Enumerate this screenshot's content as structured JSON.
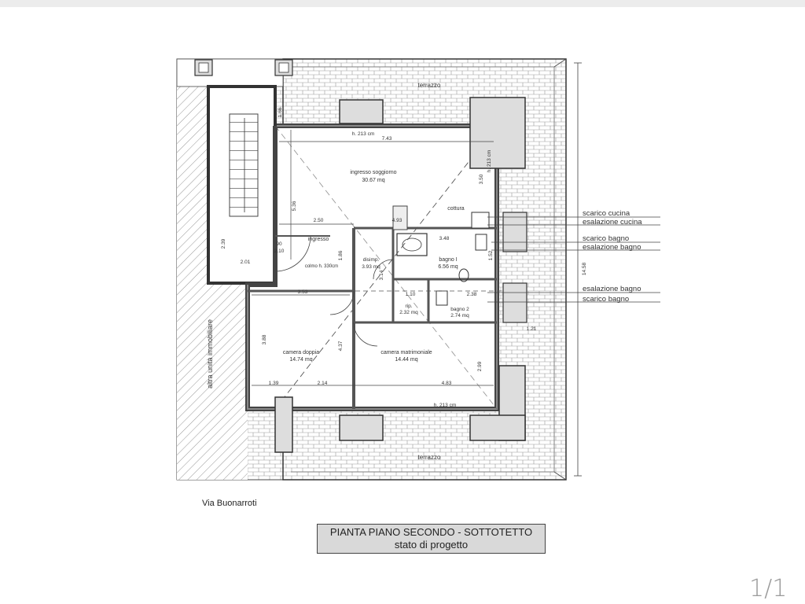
{
  "plan": {
    "rooms": [
      {
        "id": "soggiorno",
        "name": "ingresso soggiorno",
        "area": "30.67 mq"
      },
      {
        "id": "ingresso",
        "name": "ingresso",
        "area": ""
      },
      {
        "id": "disimp",
        "name": "disimp.",
        "area": "3.93 mq"
      },
      {
        "id": "bagno1",
        "name": "bagno I",
        "area": "6.56 mq"
      },
      {
        "id": "rip",
        "name": "rip.",
        "area": "2.32 mq"
      },
      {
        "id": "bagno2",
        "name": "bagno 2",
        "area": "2.74 mq"
      },
      {
        "id": "camera_doppia",
        "name": "camera doppia",
        "area": "14.74 mq"
      },
      {
        "id": "camera_matrimoniale",
        "name": "camera matrimoniale",
        "area": "14.44 mq"
      }
    ],
    "terrace_top": "terrazzo",
    "terrace_bottom": "terrazzo",
    "neighbor_label": "altra unità immobiliare",
    "cottura": "cottura",
    "heights": {
      "top": "h. 213 cm",
      "right": "h. 213 cm",
      "bottom": "h. 213 cm",
      "ingresso": "colmo h. 330cm"
    },
    "dimensions": {
      "d743": "7.43",
      "d536": "5.36",
      "d250": "2.50",
      "d493": "4.93",
      "d348": "3.48",
      "d186": "1.86",
      "d314": "3.14",
      "d353": "3.53",
      "d388": "3.88",
      "d437": "4.37",
      "d139": "1.39",
      "d214": "2.14",
      "d483": "4.83",
      "d299": "2.99",
      "d350": "3.50",
      "d1458": "14.58",
      "d201": "2.01",
      "d239": "2.39",
      "d90": "90",
      "d210": "2.10",
      "d166": "1.66",
      "d152": "1.52",
      "d110": "1.10",
      "d238": "2.38",
      "d121": "1.21"
    },
    "annotations": [
      "scarico cucina",
      "esalazione cucina",
      "scarico bagno",
      "esalazione bagno",
      "esalazione bagno",
      "scarico bagno"
    ]
  },
  "street": "Via Buonarroti",
  "title": {
    "line1": "PIANTA PIANO SECONDO - SOTTOTETTO",
    "line2": "stato di progetto"
  },
  "page_number": "1/1"
}
